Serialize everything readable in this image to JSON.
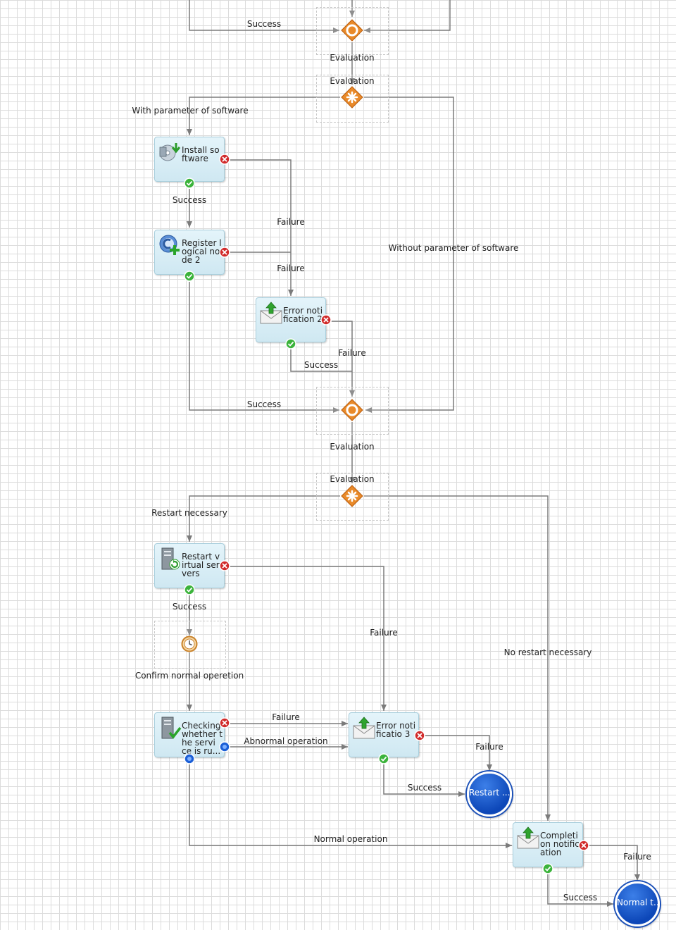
{
  "labels": {
    "success_top": "Success",
    "evaluation_1": "Evaluation",
    "evaluation_2": "Evaluation",
    "with_param": "With parameter of software",
    "success_install": "Success",
    "failure_install": "Failure",
    "failure_register": "Failure",
    "without_param": "Without parameter of software",
    "failure_error2": "Failure",
    "success_error2": "Success",
    "success_register": "Success",
    "evaluation_3": "Evaluation",
    "evaluation_4": "Evaluation",
    "restart_necessary": "Restart necessary",
    "success_restart": "Success",
    "failure_restart": "Failure",
    "no_restart": "No restart necessary",
    "confirm": "Confirm normal operetion",
    "failure_check": "Failure",
    "abnormal": "Abnormal operation",
    "failure_error3": "Failure",
    "success_error3": "Success",
    "normal_operation": "Normal operation",
    "failure_completion": "Failure",
    "success_completion": "Success"
  },
  "tasks": {
    "install": "Install so ftware",
    "register": "Register l ogical no de 2",
    "error2": "Error noti fication 2",
    "restart": "Restart v irtual ser vers",
    "checking": "Checking whether the servi ce is ru...",
    "error3": "Error noti ficatio 3",
    "completion": "Completi on notific ation"
  },
  "end_nodes": {
    "restart": "Restart ...",
    "normal": "Normal t..."
  },
  "icons": {
    "install": "install-software-icon",
    "register": "register-node-icon",
    "error2": "mail-send-icon",
    "restart": "restart-server-icon",
    "checking": "server-check-icon",
    "error3": "mail-send-icon",
    "completion": "mail-send-icon"
  },
  "colors": {
    "connector": "#7b7b7b",
    "gateway": "#e07a1a",
    "success_port": "#33aa33",
    "failure_port": "#cc2222",
    "blue_port": "#1b5fd6",
    "end_node": "#0d47b8"
  }
}
